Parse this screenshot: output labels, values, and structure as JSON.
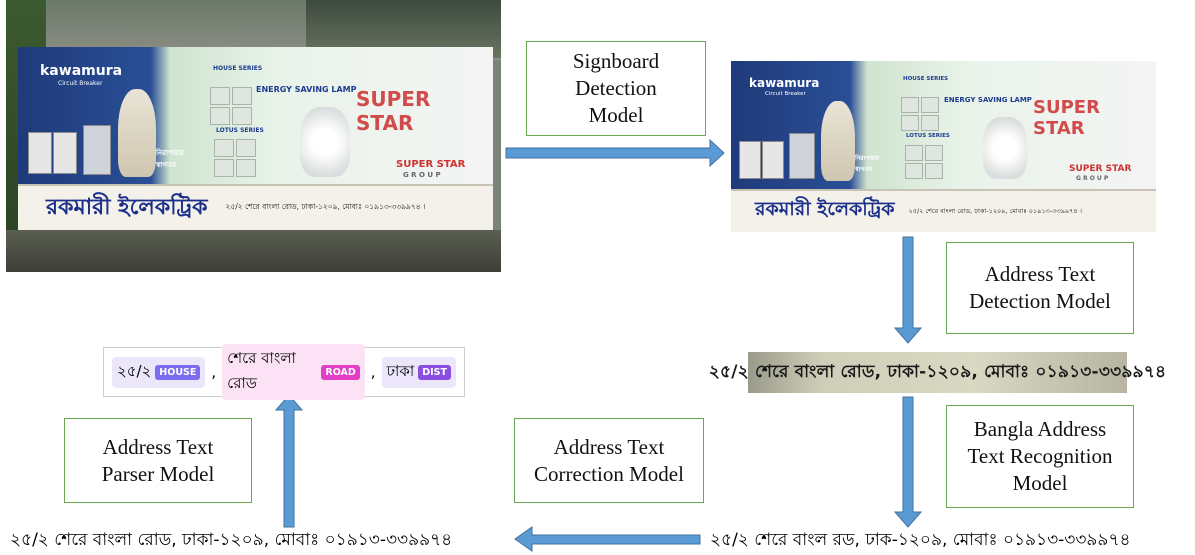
{
  "diagram": {
    "steps": {
      "signboard_detection": "Signboard\nDetection\nModel",
      "address_text_detection": "Address Text\nDetection Model",
      "bangla_recognition": "Bangla Address\nText Recognition\nModel",
      "address_correction": "Address Text\nCorrection Model",
      "address_parser": "Address Text\nParser Model"
    },
    "signboard": {
      "brand": "kawamura",
      "brand_sub": "Circuit Breaker",
      "series1": "HOUSE SERIES",
      "series2": "LOTUS SERIES",
      "lamp": "ENERGY SAVING LAMP",
      "star": "SUPER STAR",
      "group": "SUPER STAR",
      "group_sub": "G R O U P",
      "welcome": "নিরাপত্তায় স্বাগতম",
      "shop_name": "রকমারী ইলেকট্রিক",
      "address": "২৫/২ শেরে বাংলা রোড, ঢাকা-১২০৯, মোবাঃ ০১৯১৩-৩৩৯৯৭৪ ।"
    },
    "cropped_text": "২৫/২ শেরে বাংলা রোড, ঢাকা-১২০৯, মোবাঃ ০১৯১৩-৩৩৯৯৭৪",
    "recognized_text": "২৫/২ শেরে বাংল রড, ঢাক-১২০৯, মোবাঃ ০১৯১৩-৩৩৯৯৭৪",
    "corrected_text": "২৫/২ শেরে বাংলা রোড, ঢাকা-১২০৯, মোবাঃ ০১৯১৩-৩৩৯৯৭৪",
    "parsed": [
      {
        "text": "২৫/২",
        "tag": "HOUSE",
        "bg": "#ece6fb",
        "tag_color": "#7c6cf0"
      },
      {
        "sep": ","
      },
      {
        "text": "শেরে বাংলা রোড",
        "tag": "ROAD",
        "bg": "#fbe3f5",
        "tag_color": "#e23fc6"
      },
      {
        "sep": ","
      },
      {
        "text": "ঢাকা",
        "tag": "DIST",
        "bg": "#ece6fb",
        "tag_color": "#8a4fe0"
      }
    ],
    "colors": {
      "arrow": "#5b9bd5",
      "box_border": "#6aa84f"
    }
  }
}
